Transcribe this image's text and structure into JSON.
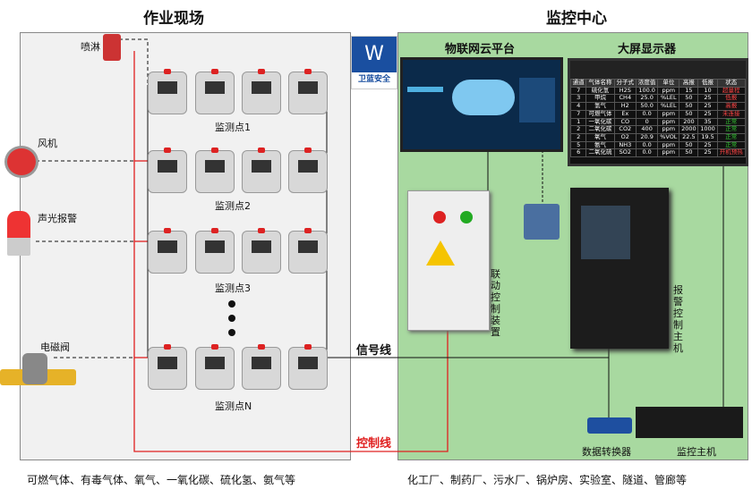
{
  "titles": {
    "site": "作业现场",
    "center": "监控中心"
  },
  "logo": {
    "text": "卫蓝安全"
  },
  "devices": {
    "sprinkler": "喷淋",
    "fan": "风机",
    "alarm_light": "声光报警",
    "solenoid": "电磁阀"
  },
  "points": [
    "监测点1",
    "监测点2",
    "监测点3",
    "监测点N"
  ],
  "cloud_title": "物联网云平台",
  "big_screen_title": "大屏显示器",
  "big_screen_table": {
    "headers": [
      "通道",
      "气体名称",
      "分子式",
      "浓度值",
      "单位",
      "高报",
      "低报",
      "状态"
    ],
    "rows": [
      [
        "7",
        "硫化氢",
        "H2S",
        "100.0",
        "ppm",
        "15",
        "10",
        "超量程"
      ],
      [
        "3",
        "甲烷",
        "CH4",
        "25.0",
        "%LEL",
        "50",
        "25",
        "低报"
      ],
      [
        "4",
        "氢气",
        "H2",
        "50.0",
        "%LEL",
        "50",
        "25",
        "高报"
      ],
      [
        "7",
        "可燃气体",
        "Ex",
        "0.0",
        "ppm",
        "50",
        "25",
        "未连接"
      ],
      [
        "1",
        "一氧化碳",
        "CO",
        "0",
        "ppm",
        "200",
        "35",
        "正常"
      ],
      [
        "2",
        "二氧化碳",
        "CO2",
        "400",
        "ppm",
        "2000",
        "1000",
        "正常"
      ],
      [
        "2",
        "氧气",
        "O2",
        "20.9",
        "%VOL",
        "22.5",
        "19.5",
        "正常"
      ],
      [
        "5",
        "氨气",
        "NH3",
        "0.0",
        "ppm",
        "50",
        "25",
        "正常"
      ],
      [
        "6",
        "二氧化硫",
        "SO2",
        "0.0",
        "ppm",
        "50",
        "25",
        "开机预热"
      ]
    ]
  },
  "linkage_device": "联动控制装置",
  "alarm_host": "报警控制主机",
  "signal_line": "信号线",
  "control_line": "控制线",
  "converter": "数据转换器",
  "monitor_host": "监控主机",
  "footer": {
    "left": "可燃气体、有毒气体、氧气、一氧化碳、硫化氢、氨气等",
    "right": "化工厂、制药厂、污水厂、锅炉房、实验室、隧道、管廊等"
  },
  "colors": {
    "right_bg": "#a8d9a0",
    "control_line": "#e02020",
    "logo_blue": "#1a4fa0"
  }
}
